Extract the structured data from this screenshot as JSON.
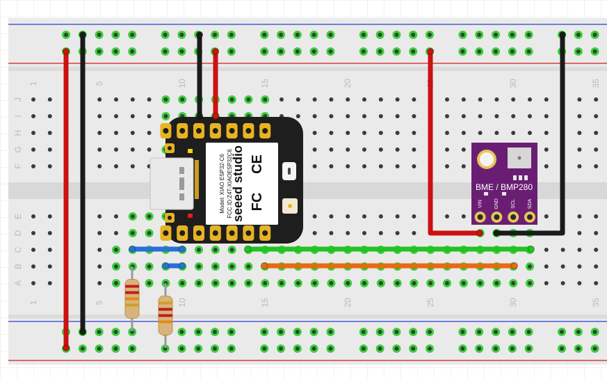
{
  "breadboard": {
    "column_numbers": [
      "1",
      "5",
      "10",
      "15",
      "20",
      "25",
      "30",
      "35"
    ],
    "row_letters_top": [
      "J",
      "I",
      "H",
      "G",
      "F"
    ],
    "row_letters_bottom": [
      "E",
      "D",
      "C",
      "B",
      "A"
    ]
  },
  "xiao": {
    "brand": "seeed studio",
    "model": "Model: XIAO ESP32-C6",
    "fcc_id": "FCC ID:Z4T-XIAOESP32C6",
    "ce_mark": "CE",
    "fc_mark": "FC"
  },
  "sensor": {
    "name": "BME / BMP280",
    "pins": [
      "VIN",
      "GND",
      "SCL",
      "SDA"
    ]
  },
  "colors": {
    "board": "#eaeaea",
    "red_rail": "#d11a1a",
    "blue_rail": "#2b3fd4",
    "xiao_body": "#1e1e1e",
    "xiao_pad": "#e6b422",
    "sensor_body": "#6a1e73",
    "wire_red": "#cc1111",
    "wire_black": "#1a1a1a",
    "wire_green": "#22c322",
    "wire_orange": "#e86a10",
    "wire_blue": "#2a6fd6",
    "connected_hole": "#37d137"
  }
}
